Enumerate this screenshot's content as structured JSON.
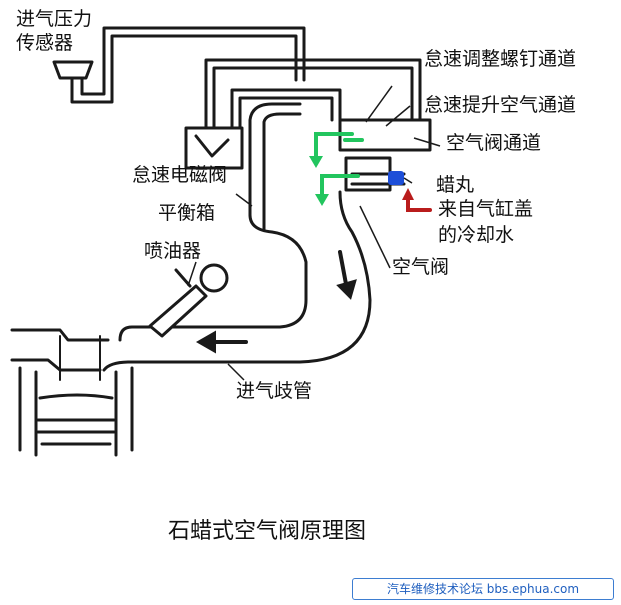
{
  "labels": {
    "map_sensor": [
      "进气压力",
      "传感器"
    ],
    "idle_screw_passage": "怠速调整螺钉通道",
    "idle_up_passage": "怠速提升空气通道",
    "air_valve_passage": "空气阀通道",
    "idle_solenoid": "怠速电磁阀",
    "wax_pellet": "蜡丸",
    "plenum": "平衡箱",
    "coolant": [
      "来自气缸盖",
      "的冷却水"
    ],
    "injector": "喷油器",
    "air_valve": "空气阀",
    "intake_manifold": "进气歧管"
  },
  "title": "石蜡式空气阀原理图",
  "watermark": "汽车维修技术论坛 bbs.ephua.com",
  "colors": {
    "line": "#1a1a1a",
    "airflow": "#22c55e",
    "coolant": "#b91c1c",
    "wax": "#1d4ed8"
  }
}
